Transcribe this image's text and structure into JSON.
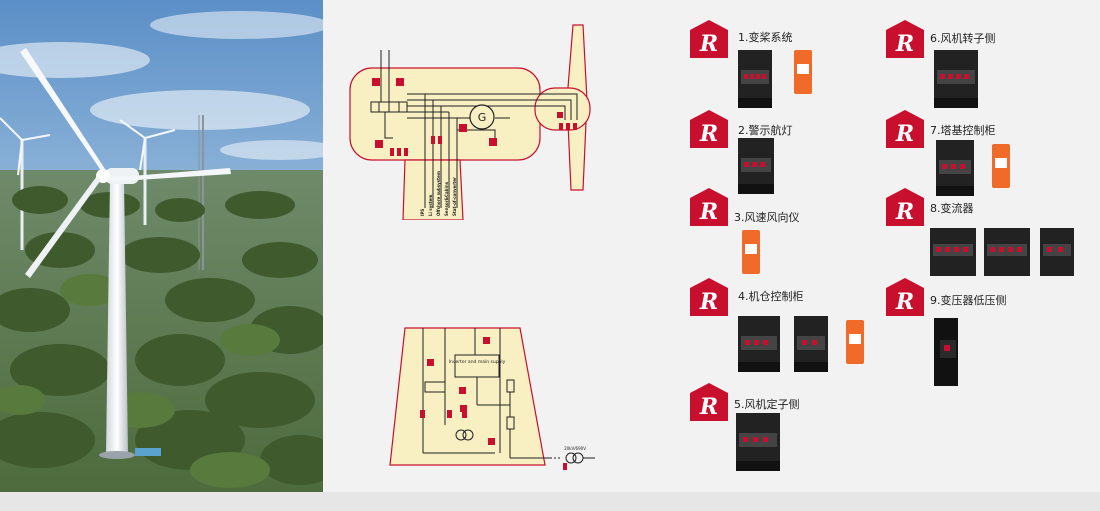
{
  "brand": {
    "accent": "#c8102e",
    "logo_letter": "R",
    "arrester_orange": "#f06a2a",
    "diagram_fill": "#f8efc3",
    "diagram_border": "#c8102e"
  },
  "nacelle_diagram": {
    "generator_symbol": "G",
    "tower_labels": [
      "IPS",
      "Li system",
      "Offshore subsystem",
      "Sensor&Cabins",
      "Stat-of-converter"
    ]
  },
  "base_diagram": {
    "inverter_label": "Inverter and main supply",
    "grid_label": "20kV/690V"
  },
  "components": [
    {
      "label": "1.变桨系统",
      "icon": "lightning-arrester-logo"
    },
    {
      "label": "2.警示航灯",
      "icon": "lightning-arrester-logo"
    },
    {
      "label": "3.风速风向仪",
      "icon": "lightning-arrester-logo"
    },
    {
      "label": "4.机仓控制柜",
      "icon": "lightning-arrester-logo"
    },
    {
      "label": "5.风机定子侧",
      "icon": "lightning-arrester-logo"
    },
    {
      "label": "6.风机转子侧",
      "icon": "lightning-arrester-logo"
    },
    {
      "label": "7.塔基控制柜",
      "icon": "lightning-arrester-logo"
    },
    {
      "label": "8.变流器",
      "icon": "lightning-arrester-logo"
    },
    {
      "label": "9.变压器低压侧",
      "icon": "lightning-arrester-logo"
    }
  ]
}
